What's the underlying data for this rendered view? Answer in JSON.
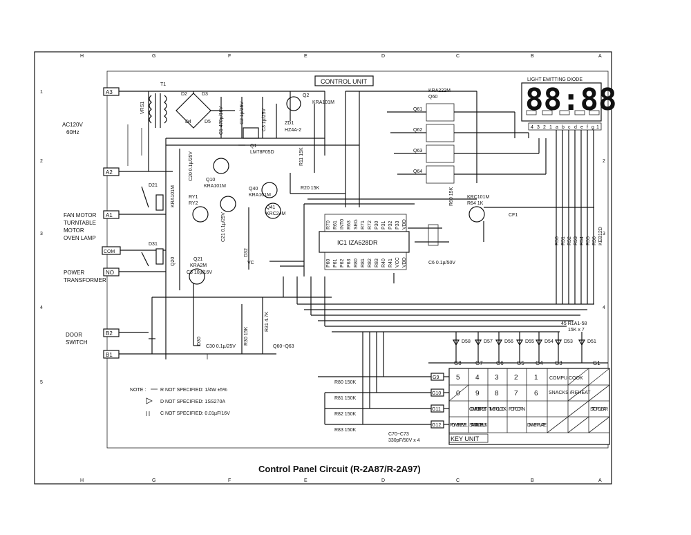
{
  "title": "Control Panel Circuit (R-2A87/R-2A97)",
  "control_unit": "CONTROL UNIT",
  "display": {
    "label": "LIGHT EMITTING DIODE",
    "digits": "88:88",
    "pins": [
      "4",
      "3",
      "2",
      "1",
      "a",
      "b",
      "c",
      "d",
      "e",
      "f",
      "g",
      "1"
    ]
  },
  "terminals": [
    "A3",
    "A2",
    "A1",
    "COM",
    "NO",
    "B2",
    "B1"
  ],
  "left_labels": {
    "ac": [
      "AC120V",
      "60Hz"
    ],
    "fan": [
      "FAN MOTOR",
      "TURNTABLE",
      "MOTOR",
      "OVEN LAMP"
    ],
    "power": [
      "POWER",
      "TRANSFORMER"
    ],
    "door": [
      "DOOR",
      "SWITCH"
    ]
  },
  "ic": {
    "label": "IC1  IZA628DR",
    "top_pins": [
      "R70",
      "R61",
      "INT0",
      "R63",
      "SEG",
      "R71",
      "R72",
      "P30",
      "P31",
      "P32",
      "P33",
      "VDD"
    ],
    "bottom_pins": [
      "P60",
      "P61",
      "P62",
      "P63",
      "R80",
      "R81",
      "R82",
      "R83",
      "R40",
      "R41",
      "VCC",
      "VDD"
    ]
  },
  "components": [
    "T1",
    "VRS1",
    "D2",
    "D3",
    "D4",
    "D5",
    "C1 470µ/16V",
    "C2 1µ/25V",
    "C3 1µ/25V",
    "Q2",
    "KRA101M",
    "ZD1",
    "HZ4A-2",
    "Q1",
    "LM78F05D",
    "R11 15K",
    "C20 0.1µ/25V",
    "Q10",
    "KRA101M",
    "Q40",
    "KRA101M",
    "Q41",
    "KRC24M",
    "RY1",
    "RY2",
    "D21",
    "D31",
    "Q20",
    "KRA101M",
    "Q21",
    "KRA2M",
    "C3 10µ/16V",
    "C21 0.1µ/25V",
    "D32",
    "D30",
    "C30 0.1µ/25V",
    "R30 15K",
    "R31 4.7K",
    "Q60~Q63",
    "KRA222M",
    "Q60",
    "Q61",
    "Q62",
    "Q63",
    "Q64",
    "KRC101M",
    "R64 1K",
    "R60 15K",
    "CF1",
    "C6 0.1µ/50V",
    "R20 15K",
    "VC"
  ],
  "resistor_col": [
    "R50",
    "R51",
    "R52",
    "R53",
    "R54",
    "R55",
    "R56",
    "KEB12D"
  ],
  "net_note": [
    "45 R1A1-58",
    "15K x 7"
  ],
  "diodes": [
    "D58",
    "D57",
    "D56",
    "D55",
    "D54",
    "D53",
    "D51"
  ],
  "g_lines": [
    "G8",
    "G7",
    "G6",
    "G5",
    "G4",
    "G3",
    "G1"
  ],
  "g_rows": [
    "G9",
    "G10",
    "G11",
    "G12"
  ],
  "row_resistors": [
    "R80 150K",
    "R81 150K",
    "R82 150K",
    "R83 150K"
  ],
  "cap_note": [
    "C70~C73",
    "330pF/50V x 4"
  ],
  "notes": {
    "heading": "NOTE :",
    "items": [
      "R NOT SPECIFIED: 1/4W ±5%",
      "D NOT SPECIFIED: 1SS270A",
      "C NOT SPECIFIED: 0.01µF/16V"
    ]
  },
  "key_unit": {
    "label": "KEY UNIT",
    "row1": [
      "5",
      "4",
      "3",
      "2",
      "1",
      "COMPU COOK"
    ],
    "row2": [
      "0",
      "9",
      "8",
      "7",
      "6",
      "SNACKS /REHEAT"
    ],
    "row3": [
      "COMPU DEFROST",
      "TIMER CLOCK",
      "POPCORN",
      "STOP CLEAR"
    ],
    "row4": [
      "POWER LEVEL",
      "START MINUTE PLUS",
      "DINNER PLATE"
    ]
  },
  "grid_top": [
    "H",
    "G",
    "F",
    "E",
    "D",
    "C",
    "B",
    "A"
  ],
  "grid_side": [
    "1",
    "2",
    "3",
    "4",
    "5"
  ]
}
